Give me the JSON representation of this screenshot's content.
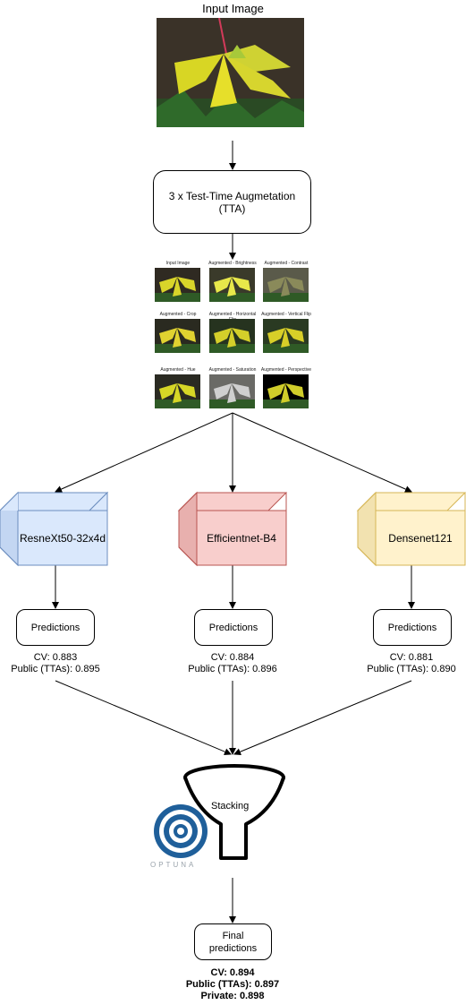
{
  "input_title": "Input Image",
  "tta_box": "3 x Test-Time Augmetation\n(TTA)",
  "thumbnails": [
    "Input Image",
    "Augmented - Brightness",
    "Augmented - Contrast",
    "Augmented - Crop",
    "Augmented - Horizontal Flip",
    "Augmented - Vertical Flip",
    "Augmented - Hue",
    "Augmented - Saturation",
    "Augmented - Perspective"
  ],
  "models": [
    {
      "name": "ResneXt50-32x4d",
      "color": "#dae8fc",
      "border": "#6c8ebf",
      "prediction": "Predictions",
      "cv": "CV: 0.883",
      "public": "Public (TTAs): 0.895"
    },
    {
      "name": "Efficientnet-B4",
      "color": "#f8cecc",
      "border": "#b85450",
      "prediction": "Predictions",
      "cv": "CV: 0.884",
      "public": "Public (TTAs): 0.896"
    },
    {
      "name": "Densenet121",
      "color": "#fff2cc",
      "border": "#d6b656",
      "prediction": "Predictions",
      "cv": "CV: 0.881",
      "public": "Public (TTAs): 0.890"
    }
  ],
  "stacking_label": "Stacking",
  "optuna_label": "OPTUNA",
  "final_box": "Final\npredictions",
  "final_scores": {
    "cv": "CV: 0.894",
    "public": "Public (TTAs): 0.897",
    "private": "Private: 0.898"
  }
}
